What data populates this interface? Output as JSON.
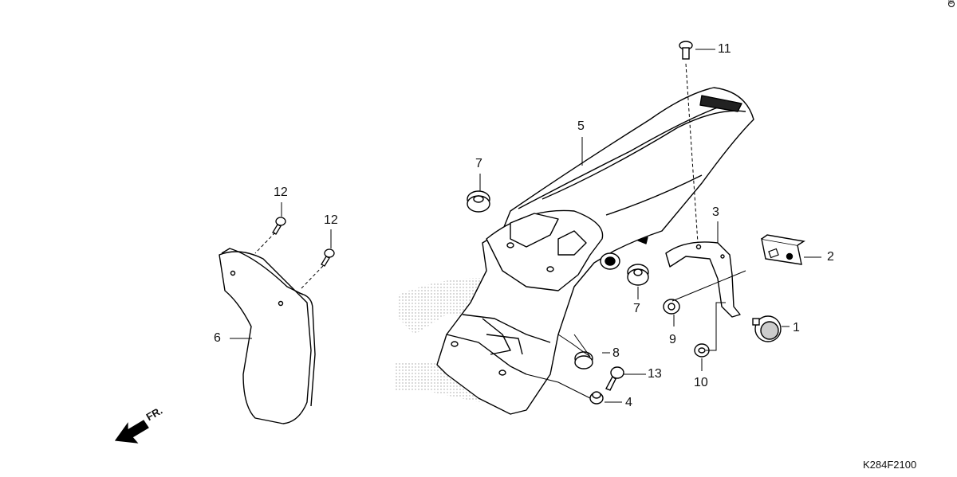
{
  "diagram": {
    "drawing_code": "K284F2100",
    "direction_label": "FR.",
    "corner_mark": "©",
    "callouts": {
      "c1": "1",
      "c2": "2",
      "c3": "3",
      "c4": "4",
      "c5": "5",
      "c6": "6",
      "c7a": "7",
      "c7b": "7",
      "c8": "8",
      "c9": "9",
      "c10": "10",
      "c11": "11",
      "c12a": "12",
      "c12b": "12",
      "c13": "13"
    }
  }
}
